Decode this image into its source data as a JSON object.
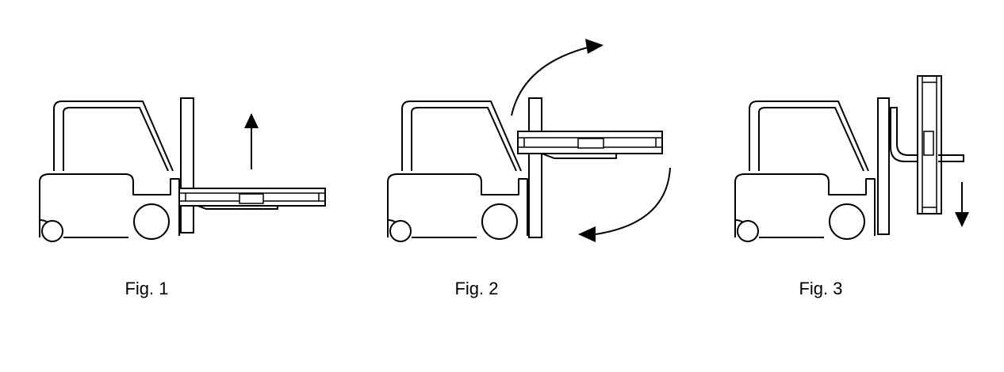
{
  "figures": [
    {
      "caption": "Fig. 1"
    },
    {
      "caption": "Fig. 2"
    },
    {
      "caption": "Fig. 3"
    }
  ],
  "colors": {
    "stroke": "#000000",
    "background": "#ffffff"
  }
}
